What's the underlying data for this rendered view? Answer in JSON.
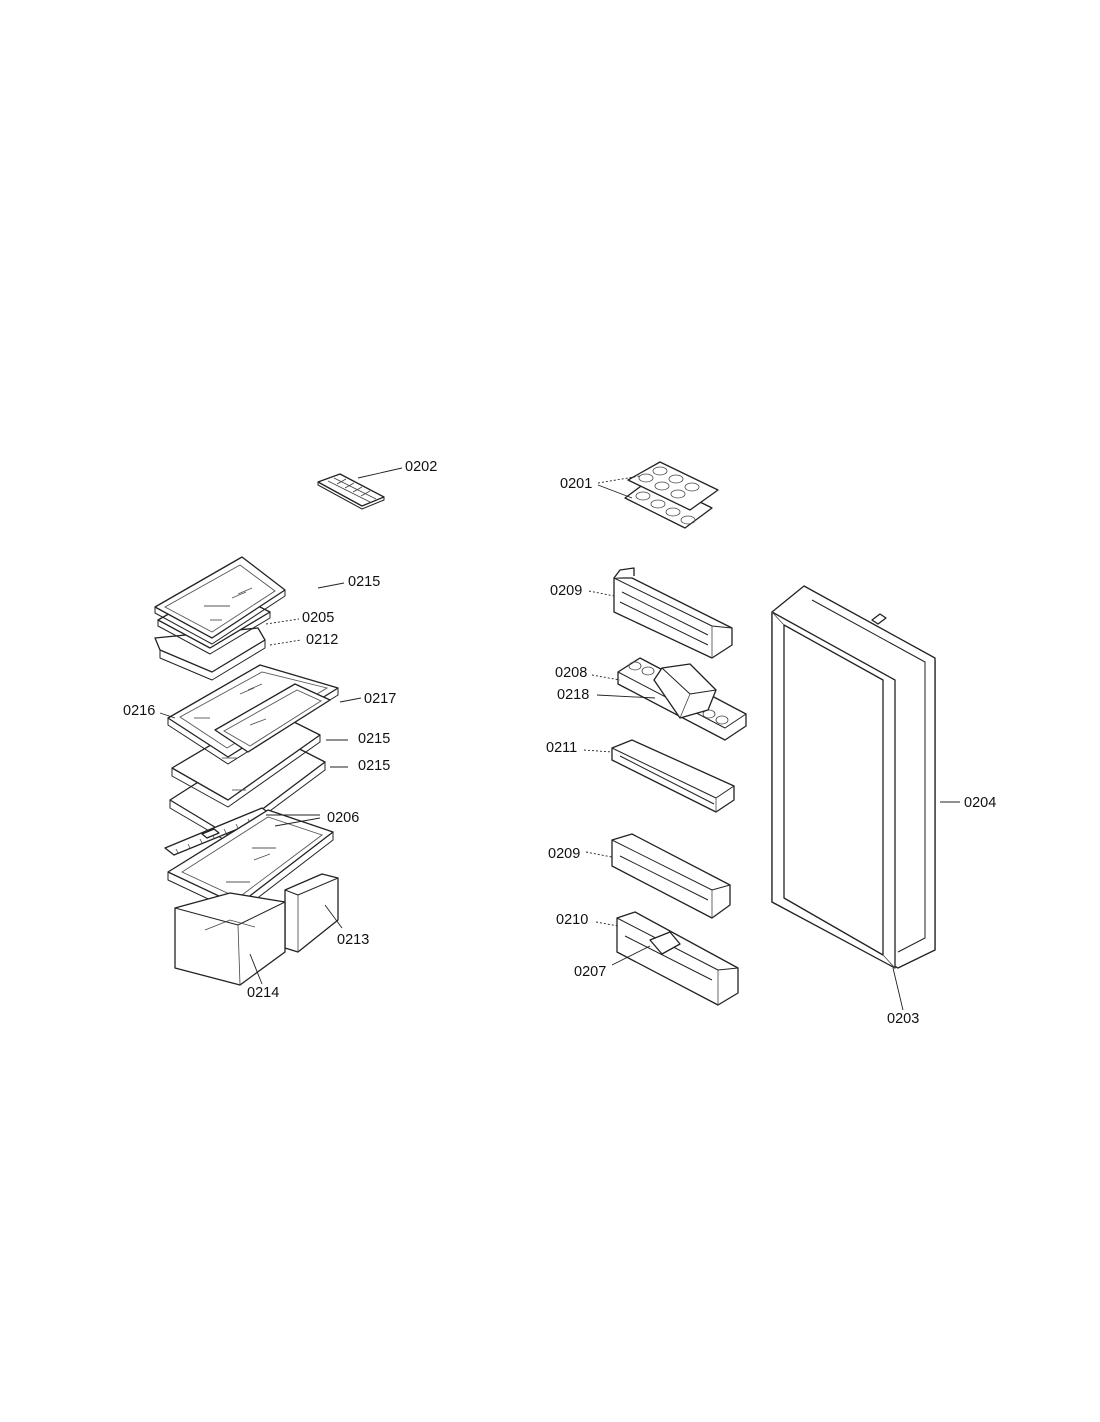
{
  "labels": {
    "p0201": "0201",
    "p0202": "0202",
    "p0203": "0203",
    "p0204": "0204",
    "p0205": "0205",
    "p0206": "0206",
    "p0207": "0207",
    "p0208": "0208",
    "p0209a": "0209",
    "p0209b": "0209",
    "p0210": "0210",
    "p0211": "0211",
    "p0212": "0212",
    "p0213": "0213",
    "p0214": "0214",
    "p0215a": "0215",
    "p0215b": "0215",
    "p0215c": "0215",
    "p0216": "0216",
    "p0217": "0217",
    "p0218": "0218"
  }
}
